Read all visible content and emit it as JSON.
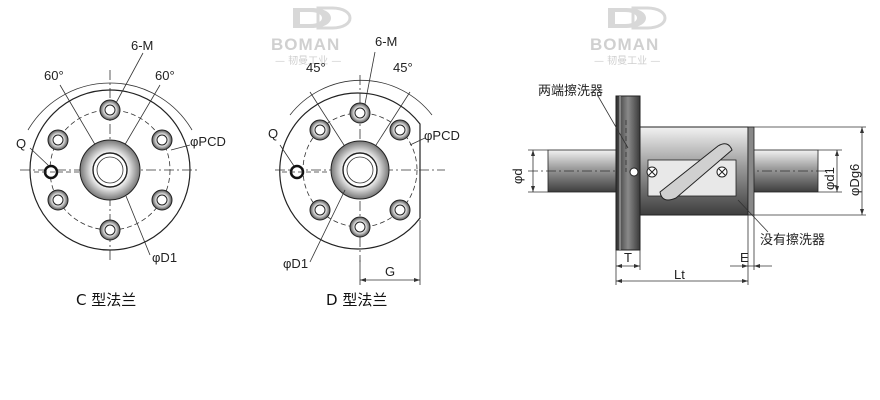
{
  "watermark": {
    "brand": "BOMAN",
    "subtitle": "— 韧曼工业 —"
  },
  "flange_c": {
    "caption": "C 型法兰",
    "label_bolt": "6-M",
    "label_angle_left": "60°",
    "label_angle_right": "60°",
    "label_q": "Q",
    "label_pcd": "φPCD",
    "label_d1": "φD1"
  },
  "flange_d": {
    "caption": "D 型法兰",
    "label_bolt": "6-M",
    "label_angle_left": "45°",
    "label_angle_right": "45°",
    "label_q": "Q",
    "label_pcd": "φPCD",
    "label_d1": "φD1",
    "label_g": "G"
  },
  "side_view": {
    "label_wiper_both": "两端擦洗器",
    "label_wiper_none": "没有擦洗器",
    "label_d": "φd",
    "label_d1": "φd1",
    "label_dg6": "φDg6",
    "label_t": "T",
    "label_lt": "Lt",
    "label_e": "E"
  }
}
